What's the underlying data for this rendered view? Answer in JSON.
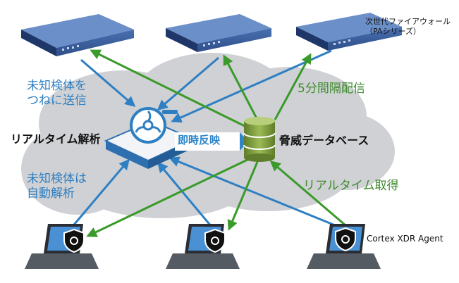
{
  "labels": {
    "firewall_title_line1": "次世代ファイアウォール",
    "firewall_title_line2": "（PAシリーズ）",
    "send_unknown_line1": "未知検体を",
    "send_unknown_line2": "つねに送信",
    "five_min": "5分間隔配信",
    "realtime_analysis": "リアルタイム解析",
    "instant_reflect": "即時反映",
    "threat_db": "脅威データベース",
    "auto_analysis_line1": "未知検体は",
    "auto_analysis_line2": "自動解析",
    "realtime_fetch": "リアルタイム取得",
    "agent": "Cortex XDR Agent"
  },
  "icons": {
    "firewall": "firewall-appliance-icon",
    "analysis": "biohazard-scan-icon",
    "database": "database-icon",
    "laptop": "laptop-shield-icon"
  },
  "colors": {
    "blue_arrow": "#2f7fc3",
    "green_arrow": "#3a9a2a",
    "cloud": "#cfd1d4",
    "firewall_front": "#2f4f88",
    "database": "#7a9a3a",
    "banner": "#2e86c8"
  }
}
